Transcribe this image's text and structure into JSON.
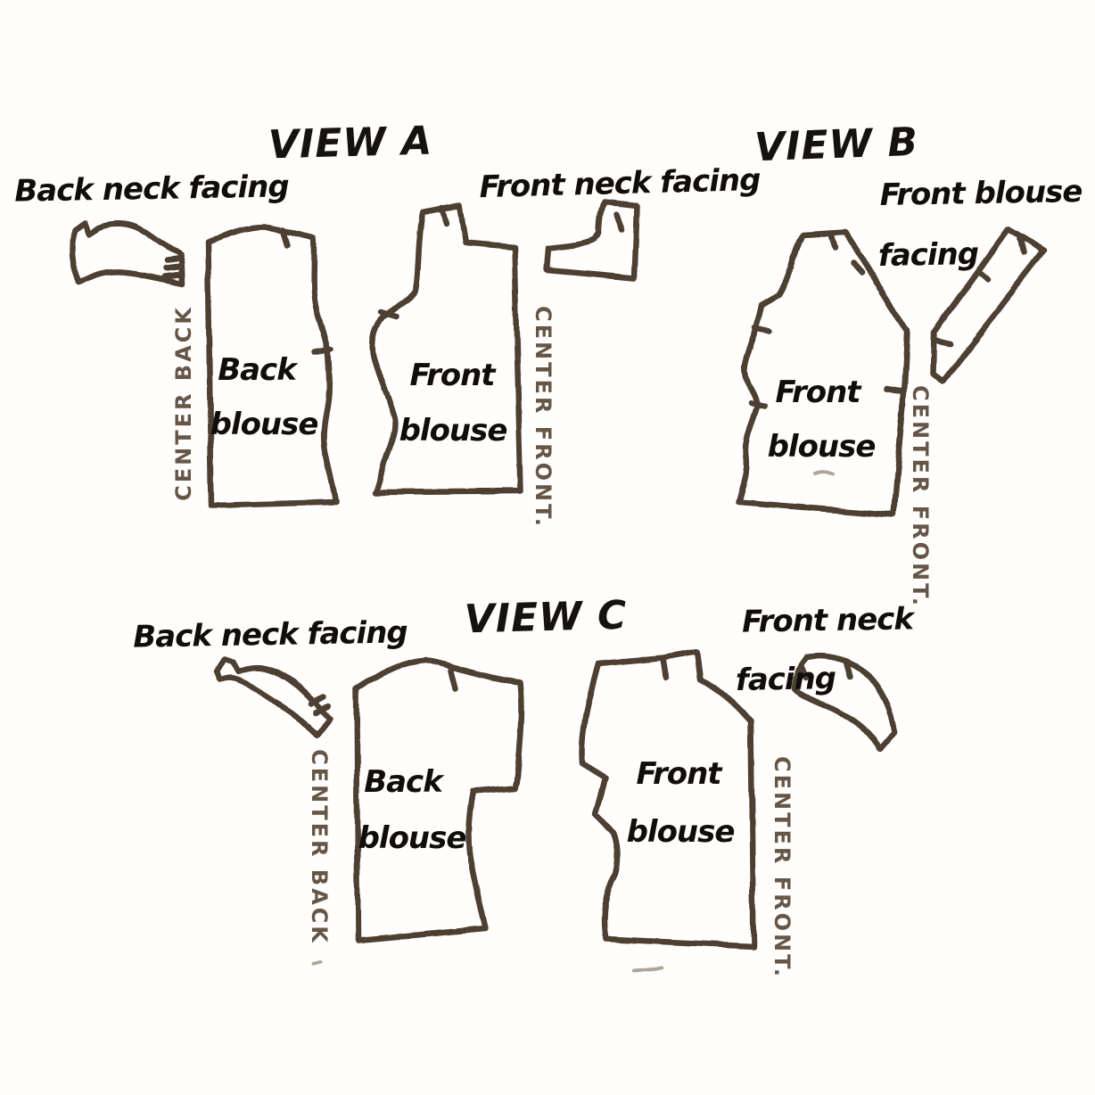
{
  "document": {
    "type": "sewing-pattern-piece-diagram",
    "background_color": "#fffefc",
    "line_color": "#4d4033",
    "label_color": "#0f0e0c",
    "stamp_color": "#5a4a3a"
  },
  "view_a": {
    "title": "VIEW A",
    "back_neck_facing_label": "Back neck facing",
    "front_neck_facing_label": "Front neck facing",
    "back_blouse_label_line1": "Back",
    "back_blouse_label_line2": "blouse",
    "front_blouse_label_line1": "Front",
    "front_blouse_label_line2": "blouse",
    "center_back_text": "CENTER BACK",
    "center_front_text": "CENTER FRONT."
  },
  "view_b": {
    "title": "VIEW B",
    "front_blouse_facing_label_line1": "Front blouse",
    "front_blouse_facing_label_line2": "facing",
    "front_blouse_label_line1": "Front",
    "front_blouse_label_line2": "blouse",
    "center_front_text": "CENTER FRONT."
  },
  "view_c": {
    "title": "VIEW C",
    "back_neck_facing_label": "Back neck facing",
    "front_neck_facing_label_line1": "Front neck",
    "front_neck_facing_label_line2": "facing",
    "back_blouse_label_line1": "Back",
    "back_blouse_label_line2": "blouse",
    "front_blouse_label_line1": "Front",
    "front_blouse_label_line2": "blouse",
    "center_back_text": "CENTER BACK",
    "center_front_text": "CENTER FRONT."
  }
}
